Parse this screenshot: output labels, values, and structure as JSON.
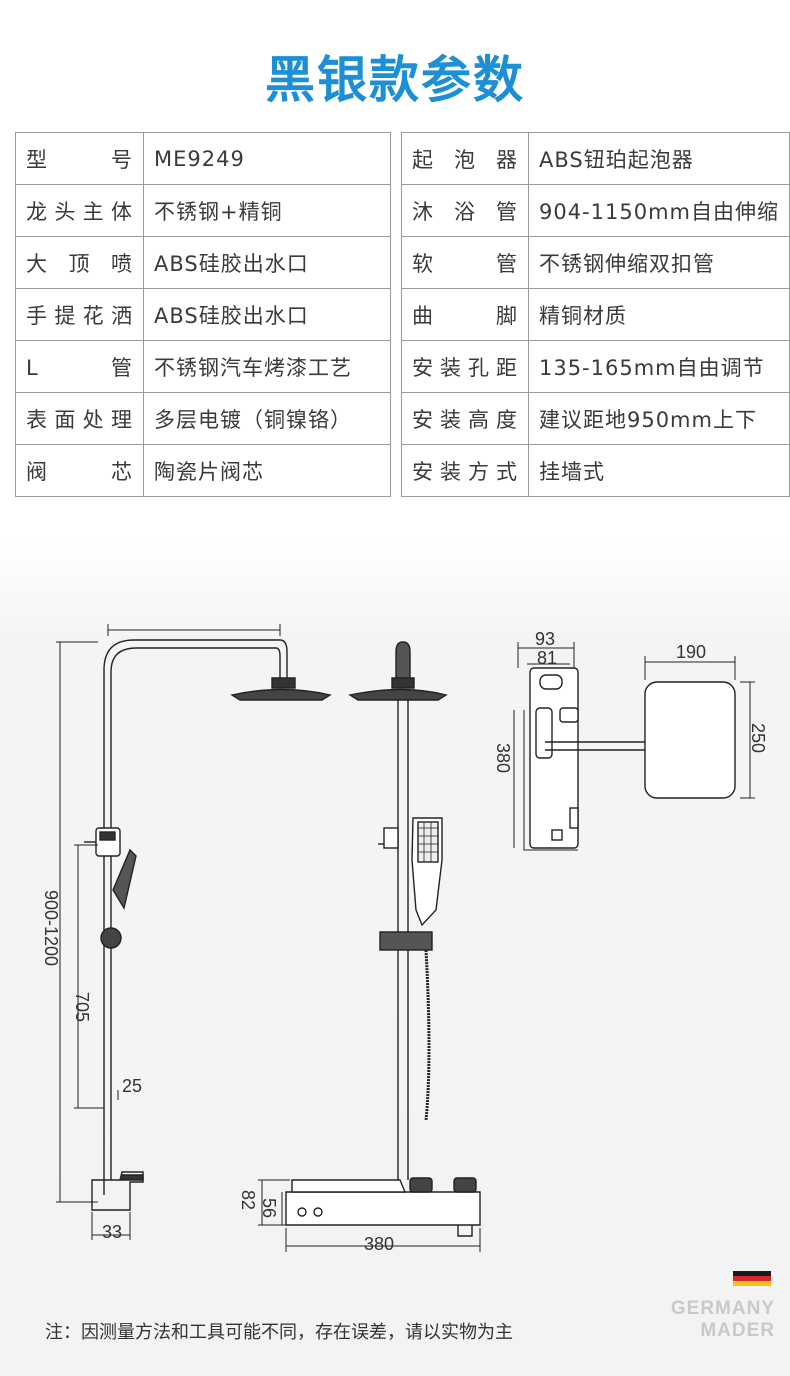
{
  "title": "黑银款参数",
  "specs_left": [
    {
      "key": "型号",
      "value": "ME9249"
    },
    {
      "key": "龙头主体",
      "value": "不锈钢+精铜"
    },
    {
      "key": "大顶喷",
      "value": "ABS硅胶出水口"
    },
    {
      "key": "手提花洒",
      "value": "ABS硅胶出水口"
    },
    {
      "key": "L管",
      "value": "不锈钢汽车烤漆工艺"
    },
    {
      "key": "表面处理",
      "value": "多层电镀（铜镍铬）"
    },
    {
      "key": "阀芯",
      "value": "陶瓷片阀芯"
    }
  ],
  "specs_right": [
    {
      "key": "起泡器",
      "value": "ABS钮珀起泡器"
    },
    {
      "key": "沐浴管",
      "value": "904-1150mm自由伸缩"
    },
    {
      "key": "软管",
      "value": "不锈钢伸缩双扣管"
    },
    {
      "key": "曲脚",
      "value": "精铜材质"
    },
    {
      "key": "安装孔距",
      "value": "135-165mm自由调节"
    },
    {
      "key": "安装高度",
      "value": "建议距地950mm上下"
    },
    {
      "key": "安装方式",
      "value": "挂墙式"
    }
  ],
  "dimensions": {
    "d93": "93",
    "d81": "81",
    "d190": "190",
    "d250": "250",
    "d380v": "380",
    "d900_1200": "900-1200",
    "d705": "705",
    "d25": "25",
    "d33": "33",
    "d82": "82",
    "d56": "56",
    "d380h": "380"
  },
  "note": "注：因测量方法和工具可能不同，存在误差，请以实物为主",
  "brand": {
    "line1": "GERMANY",
    "line2": "MADER"
  },
  "colors": {
    "title": "#1c8fd6",
    "flag": [
      "#1a1a1a",
      "#d8262a",
      "#f4c21b"
    ]
  }
}
